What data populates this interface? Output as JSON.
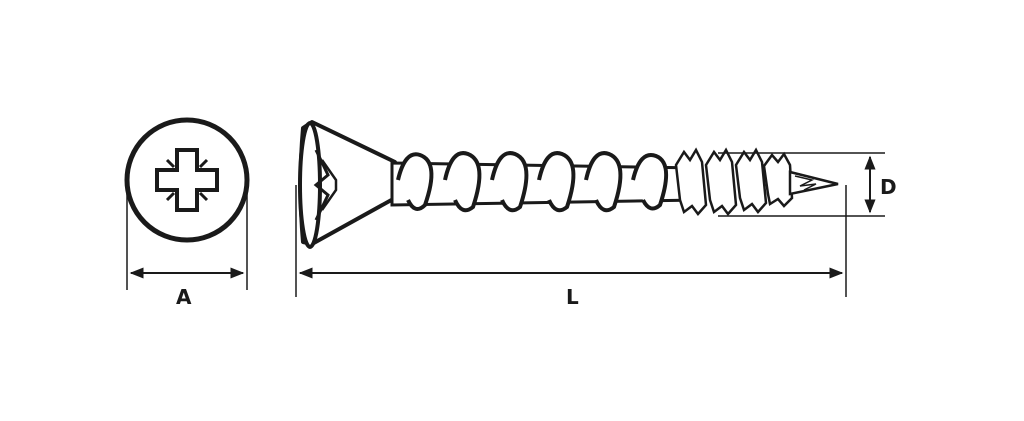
{
  "dimensions": {
    "head_diameter_label": "A",
    "length_label": "L",
    "thread_diameter_label": "D"
  },
  "colors": {
    "line": "#1a1a1a",
    "background": "#ffffff"
  },
  "drive_type": "pozidriv"
}
